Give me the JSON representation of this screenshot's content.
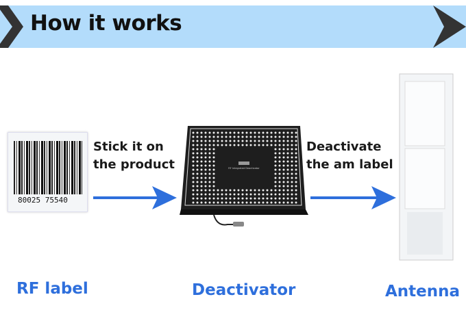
{
  "header": {
    "title": "How it works",
    "accent": "#b3dcfb"
  },
  "steps": [
    {
      "label": "RF label",
      "barcode_number": "80025 75540"
    },
    {
      "label": "Deactivator",
      "device_text": "RF Integrated Deactivator"
    },
    {
      "label": "Antenna"
    }
  ],
  "arrows": [
    {
      "caption_line1": "Stick it on",
      "caption_line2": "the product"
    },
    {
      "caption_line1": "Deactivate",
      "caption_line2": "the am label"
    }
  ],
  "colors": {
    "arrow": "#2e6fdc",
    "label": "#2e6fdc"
  }
}
